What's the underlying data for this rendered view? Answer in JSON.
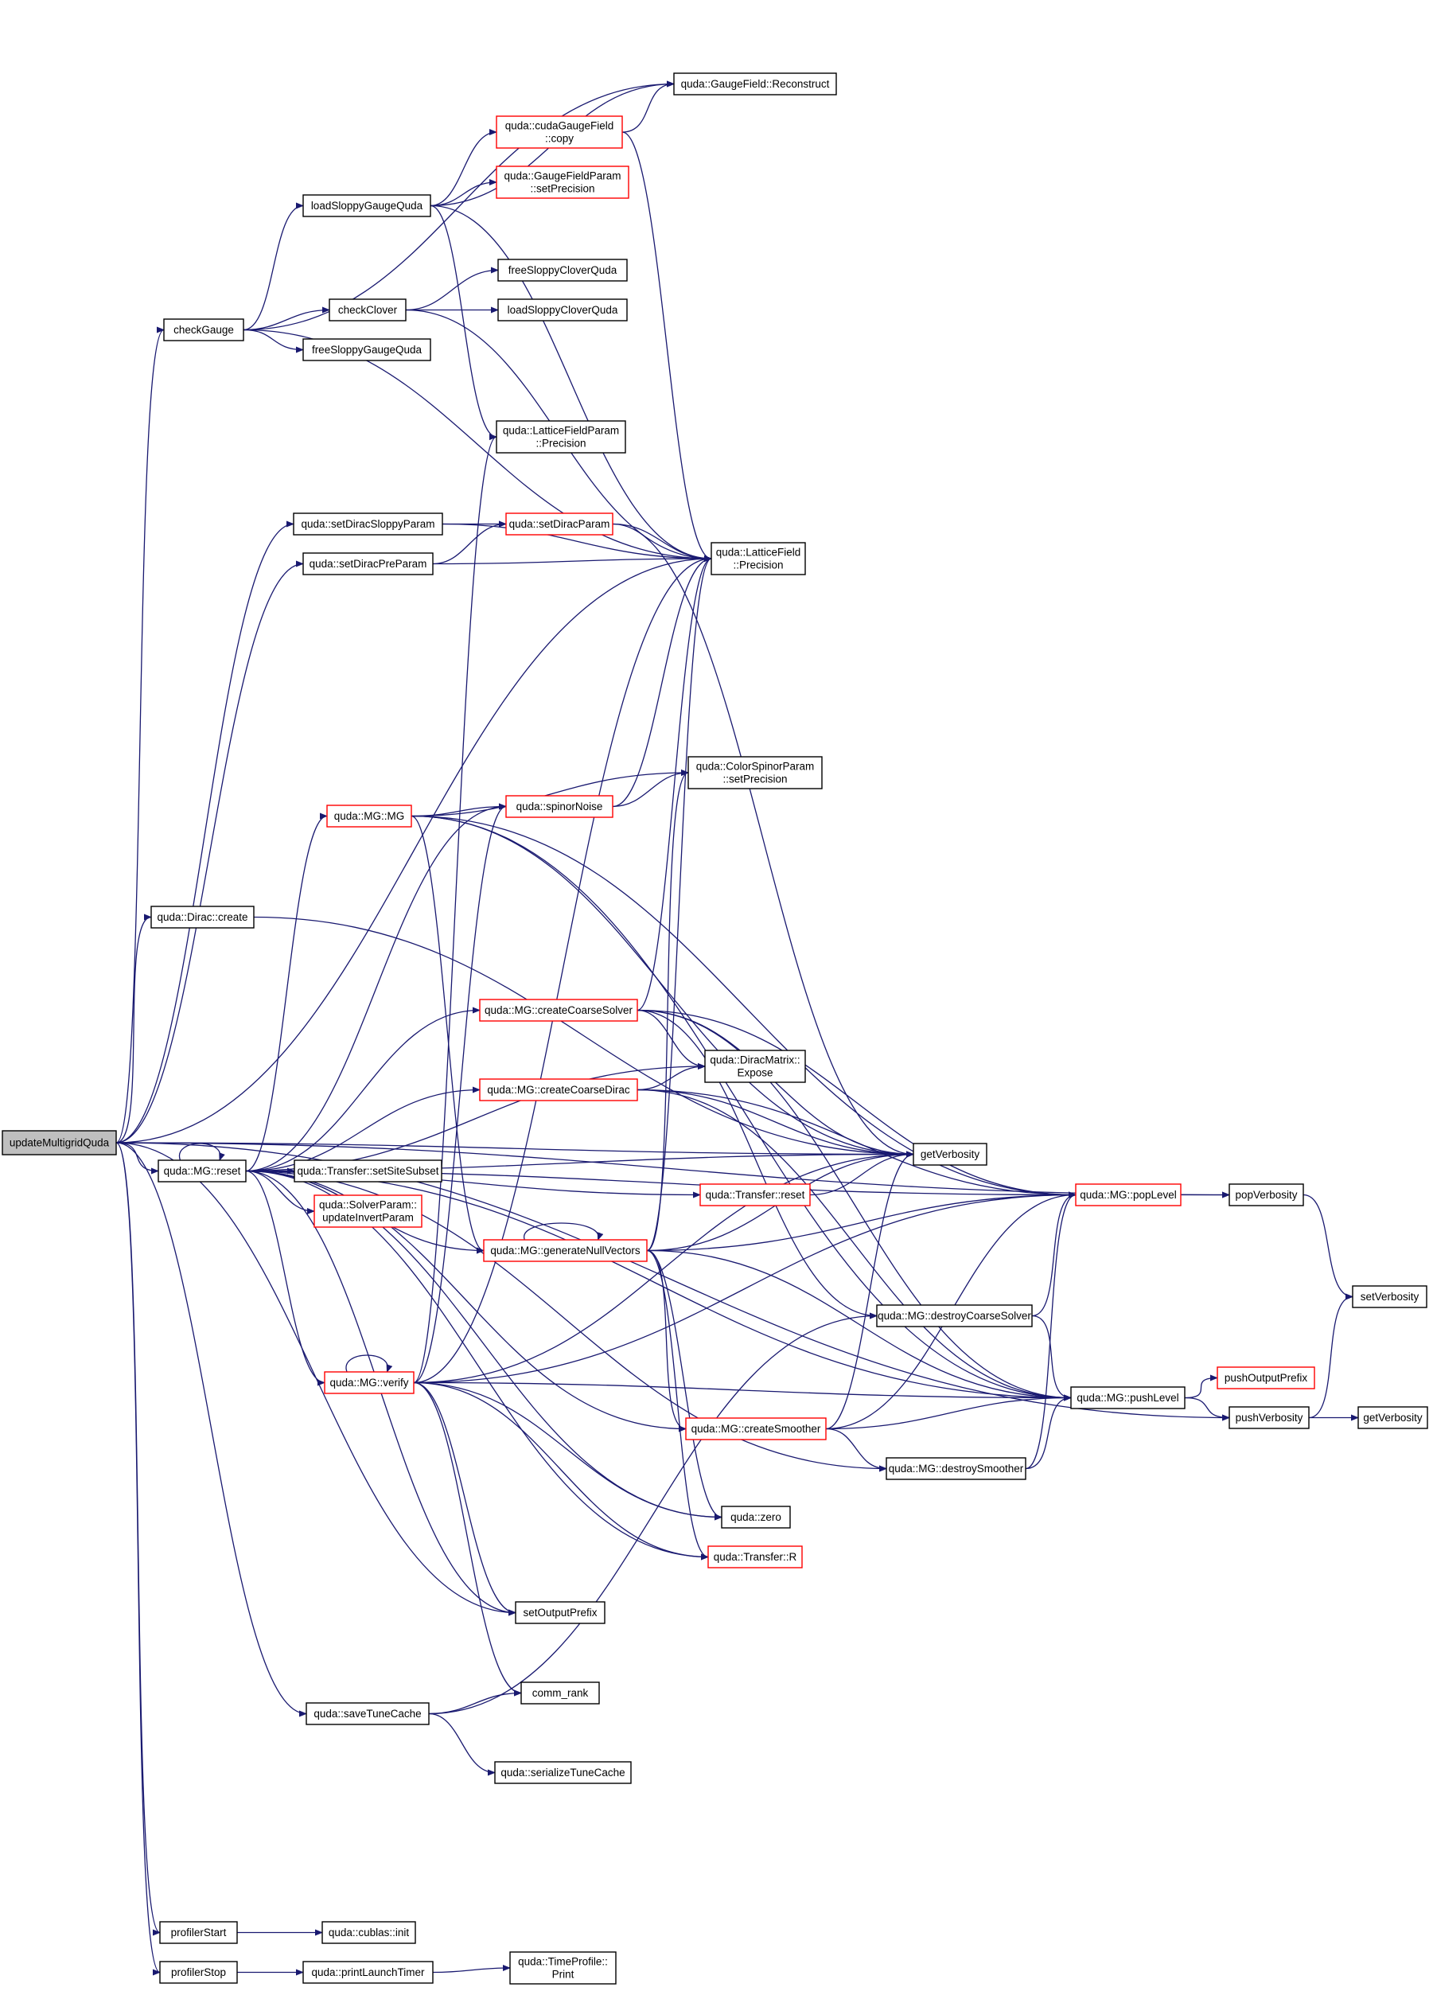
{
  "colors": {
    "edge": "#191970",
    "node_border": "#000000",
    "truncated_border": "#ff0000",
    "root_fill": "#bfbfbf",
    "node_fill": "#ffffff"
  },
  "nodes": [
    {
      "id": "updateMultigridQuda",
      "lines": [
        "updateMultigridQuda"
      ],
      "root": true
    },
    {
      "id": "checkGauge",
      "lines": [
        "checkGauge"
      ]
    },
    {
      "id": "loadSloppyGaugeQuda",
      "lines": [
        "loadSloppyGaugeQuda"
      ]
    },
    {
      "id": "checkClover",
      "lines": [
        "checkClover"
      ]
    },
    {
      "id": "freeSloppyGaugeQuda",
      "lines": [
        "freeSloppyGaugeQuda"
      ]
    },
    {
      "id": "GaugeFieldReconstruct",
      "lines": [
        "quda::GaugeField::Reconstruct"
      ]
    },
    {
      "id": "cudaGaugeFieldCopy",
      "lines": [
        "quda::cudaGaugeField",
        "::copy"
      ],
      "truncated": true
    },
    {
      "id": "GaugeFieldParamSetPrecision",
      "lines": [
        "quda::GaugeFieldParam",
        "::setPrecision"
      ],
      "truncated": true
    },
    {
      "id": "freeSloppyCloverQuda",
      "lines": [
        "freeSloppyCloverQuda"
      ]
    },
    {
      "id": "loadSloppyCloverQuda",
      "lines": [
        "loadSloppyCloverQuda"
      ]
    },
    {
      "id": "LatticeFieldParamPrecision",
      "lines": [
        "quda::LatticeFieldParam",
        "::Precision"
      ]
    },
    {
      "id": "setDiracSloppyParam",
      "lines": [
        "quda::setDiracSloppyParam"
      ]
    },
    {
      "id": "setDiracPreParam",
      "lines": [
        "quda::setDiracPreParam"
      ]
    },
    {
      "id": "setDiracParam",
      "lines": [
        "quda::setDiracParam"
      ],
      "truncated": true
    },
    {
      "id": "LatticeFieldPrecision",
      "lines": [
        "quda::LatticeField",
        "::Precision"
      ]
    },
    {
      "id": "ColorSpinorParamSetPrecision",
      "lines": [
        "quda::ColorSpinorParam",
        "::setPrecision"
      ]
    },
    {
      "id": "spinorNoise",
      "lines": [
        "quda::spinorNoise"
      ],
      "truncated": true
    },
    {
      "id": "DiracCreate",
      "lines": [
        "quda::Dirac::create"
      ]
    },
    {
      "id": "MGMG",
      "lines": [
        "quda::MG::MG"
      ],
      "truncated": true
    },
    {
      "id": "createCoarseSolver",
      "lines": [
        "quda::MG::createCoarseSolver"
      ],
      "truncated": true
    },
    {
      "id": "DiracMatrixExpose",
      "lines": [
        "quda::DiracMatrix::",
        "Expose"
      ]
    },
    {
      "id": "createCoarseDirac",
      "lines": [
        "quda::MG::createCoarseDirac"
      ],
      "truncated": true
    },
    {
      "id": "getVerbosity1",
      "lines": [
        "getVerbosity"
      ]
    },
    {
      "id": "MGreset",
      "lines": [
        "quda::MG::reset"
      ]
    },
    {
      "id": "setSiteSubset",
      "lines": [
        "quda::Transfer::setSiteSubset"
      ]
    },
    {
      "id": "updateInvertParam",
      "lines": [
        "quda::SolverParam::",
        "updateInvertParam"
      ],
      "truncated": true
    },
    {
      "id": "TransferReset",
      "lines": [
        "quda::Transfer::reset"
      ],
      "truncated": true
    },
    {
      "id": "popLevel",
      "lines": [
        "quda::MG::popLevel"
      ],
      "truncated": true
    },
    {
      "id": "popVerbosity",
      "lines": [
        "popVerbosity"
      ]
    },
    {
      "id": "generateNullVectors",
      "lines": [
        "quda::MG::generateNullVectors"
      ],
      "truncated": true
    },
    {
      "id": "setVerbosity",
      "lines": [
        "setVerbosity"
      ]
    },
    {
      "id": "destroyCoarseSolver",
      "lines": [
        "quda::MG::destroyCoarseSolver"
      ]
    },
    {
      "id": "MGverify",
      "lines": [
        "quda::MG::verify"
      ],
      "truncated": true
    },
    {
      "id": "pushOutputPrefix",
      "lines": [
        "pushOutputPrefix"
      ],
      "truncated": true
    },
    {
      "id": "pushLevel",
      "lines": [
        "quda::MG::pushLevel"
      ]
    },
    {
      "id": "createSmoother",
      "lines": [
        "quda::MG::createSmoother"
      ],
      "truncated": true
    },
    {
      "id": "pushVerbosity",
      "lines": [
        "pushVerbosity"
      ]
    },
    {
      "id": "getVerbosity2",
      "lines": [
        "getVerbosity"
      ]
    },
    {
      "id": "destroySmoother",
      "lines": [
        "quda::MG::destroySmoother"
      ]
    },
    {
      "id": "qudaZero",
      "lines": [
        "quda::zero"
      ]
    },
    {
      "id": "TransferR",
      "lines": [
        "quda::Transfer::R"
      ],
      "truncated": true
    },
    {
      "id": "setOutputPrefix",
      "lines": [
        "setOutputPrefix"
      ]
    },
    {
      "id": "saveTuneCache",
      "lines": [
        "quda::saveTuneCache"
      ]
    },
    {
      "id": "commRank",
      "lines": [
        "comm_rank"
      ]
    },
    {
      "id": "serializeTuneCache",
      "lines": [
        "quda::serializeTuneCache"
      ]
    },
    {
      "id": "profilerStart",
      "lines": [
        "profilerStart"
      ]
    },
    {
      "id": "cublasInit",
      "lines": [
        "quda::cublas::init"
      ]
    },
    {
      "id": "profilerStop",
      "lines": [
        "profilerStop"
      ]
    },
    {
      "id": "printLaunchTimer",
      "lines": [
        "quda::printLaunchTimer"
      ]
    },
    {
      "id": "TimeProfilePrint",
      "lines": [
        "quda::TimeProfile::",
        "Print"
      ]
    }
  ],
  "edges": [
    [
      "updateMultigridQuda",
      "checkGauge"
    ],
    [
      "updateMultigridQuda",
      "popVerbosity"
    ],
    [
      "updateMultigridQuda",
      "setDiracSloppyParam"
    ],
    [
      "updateMultigridQuda",
      "setDiracPreParam"
    ],
    [
      "updateMultigridQuda",
      "LatticeFieldPrecision"
    ],
    [
      "updateMultigridQuda",
      "getVerbosity1"
    ],
    [
      "updateMultigridQuda",
      "DiracCreate"
    ],
    [
      "updateMultigridQuda",
      "MGreset"
    ],
    [
      "updateMultigridQuda",
      "setOutputPrefix"
    ],
    [
      "updateMultigridQuda",
      "saveTuneCache"
    ],
    [
      "updateMultigridQuda",
      "pushVerbosity"
    ],
    [
      "updateMultigridQuda",
      "profilerStart"
    ],
    [
      "updateMultigridQuda",
      "profilerStop"
    ],
    [
      "checkGauge",
      "GaugeFieldReconstruct"
    ],
    [
      "checkGauge",
      "loadSloppyGaugeQuda"
    ],
    [
      "checkGauge",
      "checkClover"
    ],
    [
      "checkGauge",
      "freeSloppyGaugeQuda"
    ],
    [
      "checkGauge",
      "LatticeFieldPrecision"
    ],
    [
      "loadSloppyGaugeQuda",
      "GaugeFieldReconstruct"
    ],
    [
      "loadSloppyGaugeQuda",
      "cudaGaugeFieldCopy"
    ],
    [
      "loadSloppyGaugeQuda",
      "GaugeFieldParamSetPrecision"
    ],
    [
      "loadSloppyGaugeQuda",
      "LatticeFieldParamPrecision"
    ],
    [
      "loadSloppyGaugeQuda",
      "LatticeFieldPrecision"
    ],
    [
      "cudaGaugeFieldCopy",
      "GaugeFieldReconstruct"
    ],
    [
      "cudaGaugeFieldCopy",
      "LatticeFieldPrecision"
    ],
    [
      "checkClover",
      "freeSloppyCloverQuda"
    ],
    [
      "checkClover",
      "loadSloppyCloverQuda"
    ],
    [
      "checkClover",
      "LatticeFieldPrecision"
    ],
    [
      "setDiracSloppyParam",
      "setDiracParam"
    ],
    [
      "setDiracSloppyParam",
      "LatticeFieldPrecision"
    ],
    [
      "setDiracPreParam",
      "setDiracParam"
    ],
    [
      "setDiracPreParam",
      "LatticeFieldPrecision"
    ],
    [
      "setDiracParam",
      "LatticeFieldPrecision"
    ],
    [
      "setDiracParam",
      "getVerbosity1"
    ],
    [
      "DiracCreate",
      "getVerbosity1"
    ],
    [
      "MGreset",
      "MGreset"
    ],
    [
      "MGreset",
      "setSiteSubset"
    ],
    [
      "MGreset",
      "updateInvertParam"
    ],
    [
      "MGreset",
      "TransferReset"
    ],
    [
      "MGreset",
      "MGMG"
    ],
    [
      "MGreset",
      "spinorNoise"
    ],
    [
      "MGreset",
      "createCoarseSolver"
    ],
    [
      "MGreset",
      "createCoarseDirac"
    ],
    [
      "MGreset",
      "DiracMatrixExpose"
    ],
    [
      "MGreset",
      "generateNullVectors"
    ],
    [
      "MGreset",
      "MGverify"
    ],
    [
      "MGreset",
      "createSmoother"
    ],
    [
      "MGreset",
      "qudaZero"
    ],
    [
      "MGreset",
      "TransferR"
    ],
    [
      "MGreset",
      "setOutputPrefix"
    ],
    [
      "MGreset",
      "popLevel"
    ],
    [
      "MGreset",
      "pushLevel"
    ],
    [
      "MGreset",
      "getVerbosity1"
    ],
    [
      "MGreset",
      "destroySmoother"
    ],
    [
      "MGMG",
      "spinorNoise"
    ],
    [
      "MGMG",
      "ColorSpinorParamSetPrecision"
    ],
    [
      "MGMG",
      "generateNullVectors"
    ],
    [
      "MGMG",
      "popLevel"
    ],
    [
      "MGMG",
      "pushLevel"
    ],
    [
      "MGMG",
      "getVerbosity1"
    ],
    [
      "spinorNoise",
      "ColorSpinorParamSetPrecision"
    ],
    [
      "spinorNoise",
      "LatticeFieldPrecision"
    ],
    [
      "createCoarseSolver",
      "DiracMatrixExpose"
    ],
    [
      "createCoarseSolver",
      "getVerbosity1"
    ],
    [
      "createCoarseSolver",
      "popLevel"
    ],
    [
      "createCoarseSolver",
      "pushLevel"
    ],
    [
      "createCoarseSolver",
      "destroyCoarseSolver"
    ],
    [
      "createCoarseSolver",
      "LatticeFieldPrecision"
    ],
    [
      "createCoarseDirac",
      "DiracMatrixExpose"
    ],
    [
      "createCoarseDirac",
      "getVerbosity1"
    ],
    [
      "createCoarseDirac",
      "popLevel"
    ],
    [
      "createCoarseDirac",
      "pushLevel"
    ],
    [
      "TransferReset",
      "getVerbosity1"
    ],
    [
      "generateNullVectors",
      "generateNullVectors"
    ],
    [
      "generateNullVectors",
      "getVerbosity1"
    ],
    [
      "generateNullVectors",
      "popLevel"
    ],
    [
      "generateNullVectors",
      "pushLevel"
    ],
    [
      "generateNullVectors",
      "createSmoother"
    ],
    [
      "generateNullVectors",
      "qudaZero"
    ],
    [
      "generateNullVectors",
      "TransferR"
    ],
    [
      "generateNullVectors",
      "LatticeFieldPrecision"
    ],
    [
      "generateNullVectors",
      "ColorSpinorParamSetPrecision"
    ],
    [
      "MGverify",
      "MGverify"
    ],
    [
      "MGverify",
      "getVerbosity1"
    ],
    [
      "MGverify",
      "popLevel"
    ],
    [
      "MGverify",
      "pushLevel"
    ],
    [
      "MGverify",
      "qudaZero"
    ],
    [
      "MGverify",
      "TransferR"
    ],
    [
      "MGverify",
      "setOutputPrefix"
    ],
    [
      "MGverify",
      "commRank"
    ],
    [
      "MGverify",
      "spinorNoise"
    ],
    [
      "MGverify",
      "LatticeFieldParamPrecision"
    ],
    [
      "MGverify",
      "LatticeFieldPrecision"
    ],
    [
      "createSmoother",
      "getVerbosity1"
    ],
    [
      "createSmoother",
      "popLevel"
    ],
    [
      "createSmoother",
      "pushLevel"
    ],
    [
      "createSmoother",
      "destroySmoother"
    ],
    [
      "destroyCoarseSolver",
      "popLevel"
    ],
    [
      "destroyCoarseSolver",
      "pushLevel"
    ],
    [
      "destroySmoother",
      "popLevel"
    ],
    [
      "destroySmoother",
      "pushLevel"
    ],
    [
      "popLevel",
      "popVerbosity"
    ],
    [
      "popVerbosity",
      "setVerbosity"
    ],
    [
      "pushLevel",
      "pushOutputPrefix"
    ],
    [
      "pushLevel",
      "pushVerbosity"
    ],
    [
      "pushVerbosity",
      "setVerbosity"
    ],
    [
      "pushVerbosity",
      "getVerbosity2"
    ],
    [
      "saveTuneCache",
      "commRank"
    ],
    [
      "saveTuneCache",
      "serializeTuneCache"
    ],
    [
      "saveTuneCache",
      "destroyCoarseSolver"
    ],
    [
      "profilerStart",
      "cublasInit"
    ],
    [
      "profilerStop",
      "printLaunchTimer"
    ],
    [
      "printLaunchTimer",
      "TimeProfilePrint"
    ]
  ]
}
